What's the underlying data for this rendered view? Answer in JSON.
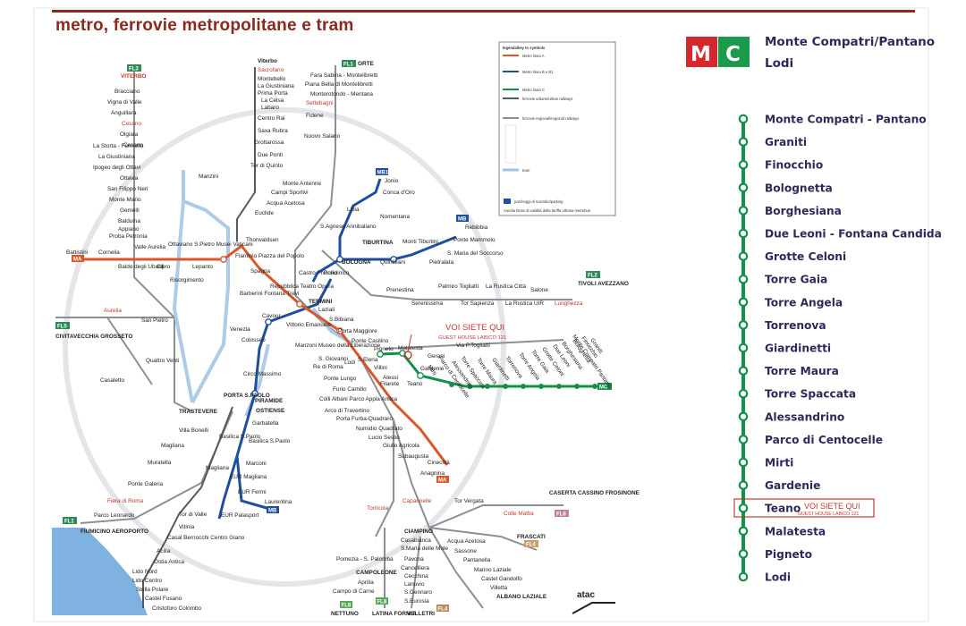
{
  "title": "metro, ferrovie metropolitane e tram",
  "colors": {
    "brand": "#8a2a1e",
    "lineA": "#d9572b",
    "lineB": "#1f4e9c",
    "lineC": "#14904a",
    "rail": "#7d8590",
    "tram": "#3a8fd1",
    "sea": "#7fb2e0"
  },
  "line_c_panel": {
    "logo_m": "M",
    "logo_c": "C",
    "terminus_1": "Monte Compatri/Pantano",
    "terminus_2": "Lodi",
    "stations": [
      "Monte Compatri - Pantano",
      "Graniti",
      "Finocchio",
      "Bolognetta",
      "Borghesiana",
      "Due Leoni - Fontana Candida",
      "Grotte Celoni",
      "Torre Gaia",
      "Torre Angela",
      "Torrenova",
      "Giardinetti",
      "Torre Maura",
      "Torre Spaccata",
      "Alessandrino",
      "Parco di Centocelle",
      "Mirti",
      "Gardenie",
      "Teano",
      "Malatesta",
      "Pigneto",
      "Lodi"
    ],
    "you_are_here": "VOI SIETE QUI",
    "guest_house": "GUEST HOUSE LABICO 121"
  },
  "legend": {
    "title": "legenda/key to symbols",
    "items": [
      "Metro linea A",
      "Metro linea B e B1",
      "Metro linea C",
      "ferrovie urbane/urban railways",
      "ferrovie regionali/regional railways",
      "tram",
      "parcheggi di scambio/parking",
      "Aurelia limite di validità della tariffa urbana metrebus"
    ]
  },
  "map": {
    "you_are_here": "VOI SIETE QUI",
    "guest_house": "GUEST HOUSE LABICO 121",
    "atac": "atac",
    "line_badges": {
      "fl1": "FL1",
      "fl2": "FL2",
      "fl3": "FL3",
      "fl4": "FL4",
      "fl5": "FL5",
      "fl6": "FL6",
      "fl7": "FL7",
      "fl8": "FL8",
      "ma": "MA",
      "mb": "MB",
      "mb1": "MB1",
      "mc": "MC",
      "orte": "ORTE",
      "tivoli": "TIVOLI AVEZZANO",
      "civitavecchia": "CIVITAVECCHIA GROSSETO",
      "viterbo": "VITERBO",
      "caserta": "CASERTA CASSINO FROSINONE"
    },
    "stations": {
      "viterbo_l": "VITERBO",
      "bracciano": "Bracciano",
      "vigna_valle": "Vigna di Valle",
      "anguillara": "Anguillara",
      "cesano": "Cesano",
      "olgiata": "Olgiata",
      "cesano2": "Cesano",
      "la_storta": "La Storta - Formello",
      "la_giustiniana": "La Giustiniana",
      "ipogeo": "Ipogeo degli Ottavi",
      "ottavia": "Ottavia",
      "san_filippo": "San Filippo Neri",
      "monte_mario": "Monte Mario",
      "gemelli": "Gemelli",
      "balduina": "Balduina",
      "appiano": "Appiano",
      "proba": "Proba Petronia",
      "viterbo_top": "Viterbo",
      "sacrofano": "Sacrofano",
      "montebello": "Montebello",
      "giustiniana2": "La Giustiniana",
      "prima_porta": "Prima Porta",
      "la_celsa": "La Celsa",
      "labaro": "Labaro",
      "centro_rai": "Centro Rai",
      "saxa_rubra": "Saxa Rubra",
      "grottarossa": "Grottarossa",
      "due_ponti": "Due Ponti",
      "tor_quinto": "Tor di Quinto",
      "orte": "ORTE",
      "fara_sabina": "Fara Sabina - Montelibretti",
      "piana_bella": "Piana Bella di Montelibretti",
      "monterotondo": "Monterotondo - Mentana",
      "settebagni": "Settebagni",
      "fidene": "Fidene",
      "nuovo_salario": "Nuovo Salario",
      "monte_antenne": "Monte Antenne",
      "campi_sportivi": "Campi Sportivi",
      "acqua_acetosa": "Acqua Acetosa",
      "euclide": "Euclide",
      "manzini": "Manzini",
      "jonio": "Jonio",
      "conca_oro": "Conca d'Oro",
      "libia": "Libia",
      "nomentana": "Nomentana",
      "s_agnese": "S.Agnese Annibaliano",
      "rebibbia": "Rebibbia",
      "ponte_mammolo": "Ponte Mammolo",
      "s_maria": "S. Maria del Soccorso",
      "pietralata": "Pietralata",
      "monti_tiburtini": "Monti Tiburtini",
      "tiburtina": "TIBURTINA",
      "quintiliani": "Quintiliani",
      "bologna": "BOLOGNA",
      "battistini": "Battistini",
      "cornelia": "Cornelia",
      "baldo": "Baldo degli Ubaldi",
      "valle_aurelia": "Valle Aurelia",
      "cipro": "Cipro",
      "ottaviano": "Ottaviano S.Pietro Musei Vaticani",
      "lepanto": "Lepanto",
      "flaminio": "Flaminio Piazza del Popolo",
      "thorwaldsen": "Thorwaldsen",
      "risorgimento": "Risorgimento",
      "spagna": "Spagna",
      "barberini": "Barberini Fontana Trevi",
      "repubblica": "Repubblica Teatro Opera",
      "castro": "Castro Pretorio",
      "policlinico": "Policlinico",
      "termini": "TERMINI",
      "vittorio": "Vittorio Emanuele",
      "cavour": "Cavour",
      "colosseo": "Colosseo",
      "manzoni": "Manzoni Museo della Liberazione",
      "s_giovanni": "S. Giovanni",
      "circo_massimo": "Circo Massimo",
      "piramide": "PIRAMIDE",
      "porta_spaolo": "PORTA S.PAOLO",
      "ostiense": "OSTIENSE",
      "garbatella": "Garbatella",
      "basilica_sp": "Basilica S.Paolo",
      "basilica_sp2": "Basilica S.Paolo",
      "marconi": "Marconi",
      "eur_magliana": "EUR Magliana",
      "eur_fermi": "EUR Fermi",
      "laurentina": "Laurentina",
      "eur_palasport": "EUR Palasport",
      "magliana": "Magliana",
      "villa_bonelli": "Villa Bonelli",
      "muratella": "Muratella",
      "ponte_galeria": "Ponte Galeria",
      "fiera": "Fiera di Roma",
      "parco_leonardo": "Parco Leonardo",
      "fiumicino": "FIUMICINO AEROPORTO",
      "trastevere": "TRASTEVERE",
      "quattro_venti": "Quattro Venti",
      "casaletto": "Casaletto",
      "san_pietro": "San Pietro",
      "aurelia": "Aurelia",
      "venezia": "Venezia",
      "tor_di_valle": "Tor di Valle",
      "vitinia": "Vitinia",
      "casal_bernocchi": "Casal Bernocchi Centro Giano",
      "acilia": "Acilia",
      "ostia_antica": "Ostia Antica",
      "lido_nord": "Lido Nord",
      "lido_centro": "Lido Centro",
      "stella_polare": "Stella Polare",
      "castel_fusano": "Castel Fusano",
      "cristoforo": "Cristoforo Colombo",
      "laziali": "Laziali",
      "s_bibiana": "S.Bibiana",
      "porta_maggiore": "Porta Maggiore",
      "prenestina": "Prenestina",
      "serenissima": "Serenissima",
      "palmiro": "Palmiro Togliatti",
      "tor_sapienza": "Tor Sapienza",
      "la_rustica_citta": "La Rustica Città",
      "la_rustica_uir": "La Rustica UIR",
      "salone": "Salone",
      "lunghezza": "Lunghezza",
      "ponte_casilino": "Ponte Casilino",
      "pigneto": "Pigneto",
      "malatesta": "Malatesta",
      "teano": "Teano",
      "lodi": "Lodi",
      "s_elena": "S.Elena",
      "villini": "Villini",
      "alessi": "Alessi",
      "filarete": "Filarete",
      "re_di_roma": "Re di Roma",
      "ponte_lungo": "Ponte Lungo",
      "furio_camillo": "Furio Camillo",
      "colli_albani": "Colli Albani Parco Appia Antica",
      "arco_travertino": "Arco di Travertino",
      "porta_furba": "Porta Furba-Quadraro",
      "numidio": "Numidio Quadrato",
      "lucio_sestio": "Lucio Sestio",
      "giulio_agricola": "Giulio Agricola",
      "subaugusta": "Subaugusta",
      "cinecitta": "Cinecittà",
      "anagnina": "Anagnina",
      "gerani": "Gerani",
      "gardenie": "Gardenie",
      "mirti": "Mirti",
      "parco_centocelle": "Parco di Centocelle",
      "togliatti": "Via P.Togliatti",
      "capannelle": "Capannelle",
      "torricola": "Torricola",
      "tor_vergata": "Tor Vergata",
      "colle_mattia": "Colle Mattia",
      "frascati": "FRASCATI",
      "ciampino": "CIAMPINO",
      "casabianca": "Casabianca",
      "s_maria_mole": "S.Maria delle Mole",
      "pavona": "Pavona",
      "cancelliera": "Cancelliera",
      "cecchina": "Cecchina",
      "lanuvio": "Lanuvio",
      "campoleone": "CAMPOLEONE",
      "aprilia": "Aprilia",
      "campo_carne": "Campo di Carne",
      "nettuno": "NETTUNO",
      "latina": "LATINA FORMIA",
      "velletri": "VELLETRI",
      "s_gennaro": "S.Gennaro",
      "s_eurosia": "S.Eurosia",
      "acqua_acetosa2": "Acqua Acetosa",
      "sassone": "Sassone",
      "pantanella": "Pantanella",
      "marino": "Marino Laziale",
      "castel_gandolfo": "Castel Gandolfo",
      "albano": "ALBANO LAZIALE",
      "pomezia": "Pomezia - S. Palomba",
      "villetta": "Villetta",
      "torre_spaccata_m": "Torre Spaccata",
      "torre_maura_m": "Torre Maura",
      "giardinetti_m": "Giardinetti",
      "torrenova_m": "Torrenova",
      "torre_angela_m": "Torre Angela",
      "torre_gaia_m": "Torre Gaia",
      "grotte_celoni_m": "Grotte Celoni",
      "due_leoni_m": "Due Leoni",
      "borghesiana_m": "Borghesiana",
      "bolognetta_m": "Bolognetta",
      "finocchio_m": "Finocchio",
      "graniti_m": "Graniti",
      "pantano_m": "Monte Compatri Pantano",
      "alessandrino_m": "Alessandrino"
    }
  }
}
